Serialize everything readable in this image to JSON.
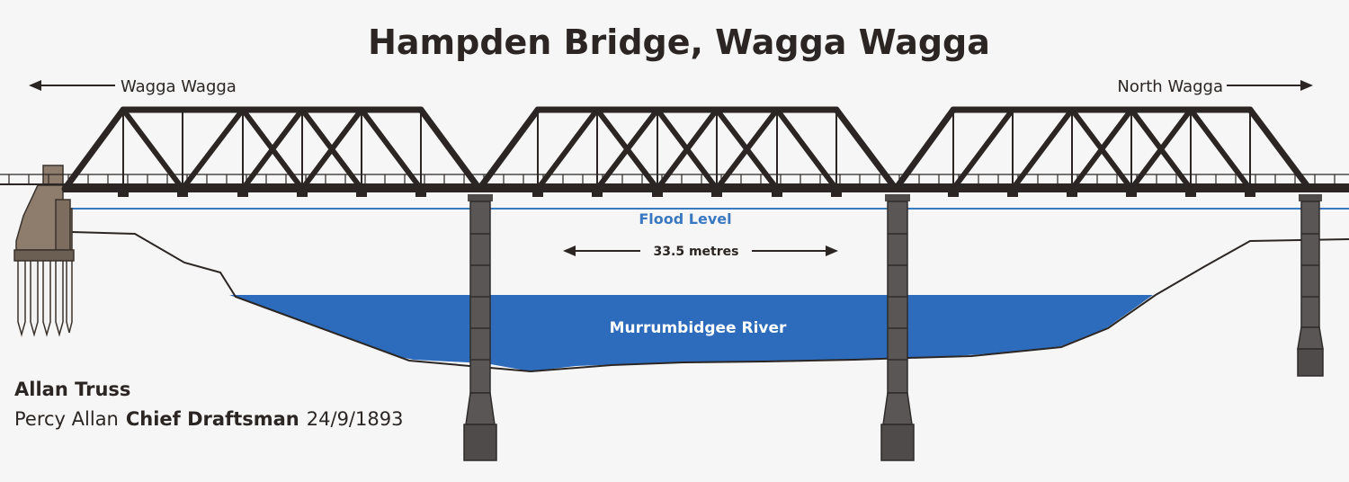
{
  "title": "Hampden Bridge, Wagga Wagga",
  "left_destination": "Wagga Wagga",
  "right_destination": "North Wagga",
  "flood_level_label": "Flood Level",
  "span_length_label": "33.5 metres",
  "river_label": "Murrumbidgee River",
  "credit": {
    "truss_name": "Allan Truss",
    "designer": "Percy Allan",
    "role": "Chief Draftsman",
    "date": "24/9/1893"
  },
  "colors": {
    "background": "#f6f6f6",
    "truss": "#2b2623",
    "river": "#2d6bbd",
    "flood_line": "#3a78c2",
    "pier": "#4f4b4b",
    "abutment": "#8e7d6c"
  }
}
